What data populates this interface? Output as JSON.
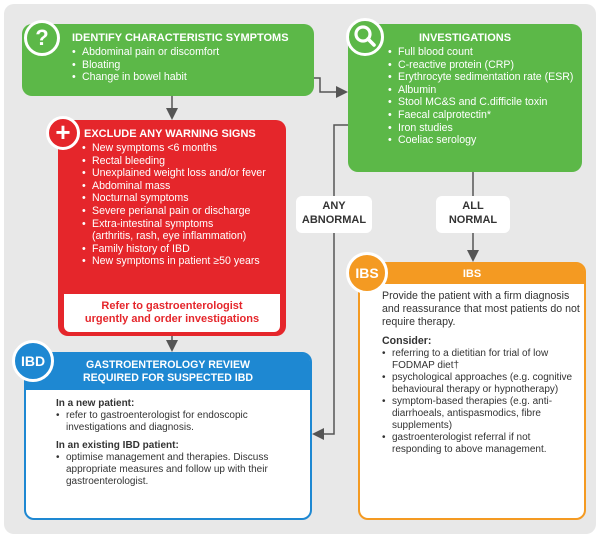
{
  "symptoms": {
    "title": "IDENTIFY CHARACTERISTIC SYMPTOMS",
    "items": [
      "Abdominal pain or discomfort",
      "Bloating",
      "Change in bowel habit"
    ],
    "badge": "?"
  },
  "investigations": {
    "title": "INVESTIGATIONS",
    "items": [
      "Full blood count",
      "C-reactive protein (CRP)",
      "Erythrocyte sedimentation rate (ESR)",
      "Albumin",
      "Stool MC&S and C.difficile toxin",
      "Faecal calprotectin*",
      "Iron studies",
      "Coeliac serology"
    ]
  },
  "warning": {
    "title": "EXCLUDE ANY WARNING SIGNS",
    "items": [
      "New symptoms <6 months",
      "Rectal bleeding",
      "Unexplained weight loss and/or fever",
      "Abdominal mass",
      "Nocturnal symptoms",
      "Severe perianal pain or discharge",
      "Extra-intestinal symptoms",
      "Family history of IBD",
      "New symptoms in patient ≥50 years"
    ],
    "extra_sub": "(arthritis, rash, eye inflammation)",
    "footer_line1": "Refer to gastroenterologist",
    "footer_line2": "urgently and order investigations",
    "badge": "+"
  },
  "labels": {
    "any_line1": "ANY",
    "any_line2": "ABNORMAL",
    "all_line1": "ALL",
    "all_line2": "NORMAL"
  },
  "ibd": {
    "badge": "IBD",
    "header_line1": "GASTROENTEROLOGY REVIEW",
    "header_line2": "REQUIRED FOR SUSPECTED IBD",
    "new_head": "In a new patient:",
    "new_items": [
      "refer to gastroenterologist for endoscopic investigations and diagnosis."
    ],
    "existing_head": "In an existing IBD patient:",
    "existing_items": [
      "optimise management and therapies. Discuss appropriate measures and follow up with their gastroenterologist."
    ]
  },
  "ibs": {
    "badge": "IBS",
    "title": "IBS",
    "intro": "Provide the patient with a firm diagnosis and reassurance that most patients do not require therapy.",
    "consider_head": "Consider:",
    "items": [
      "referring to a dietitian for trial of low FODMAP diet†",
      "psychological approaches (e.g. cognitive behavioural therapy or hypnotherapy)",
      "symptom-based therapies (e.g. anti-diarrhoeals, antispasmodics, fibre supplements)",
      "gastroenterologist referral if not responding to above management."
    ]
  },
  "colors": {
    "green": "#5cb848",
    "red": "#e5262b",
    "blue": "#1e88d2",
    "orange": "#f49a22"
  }
}
